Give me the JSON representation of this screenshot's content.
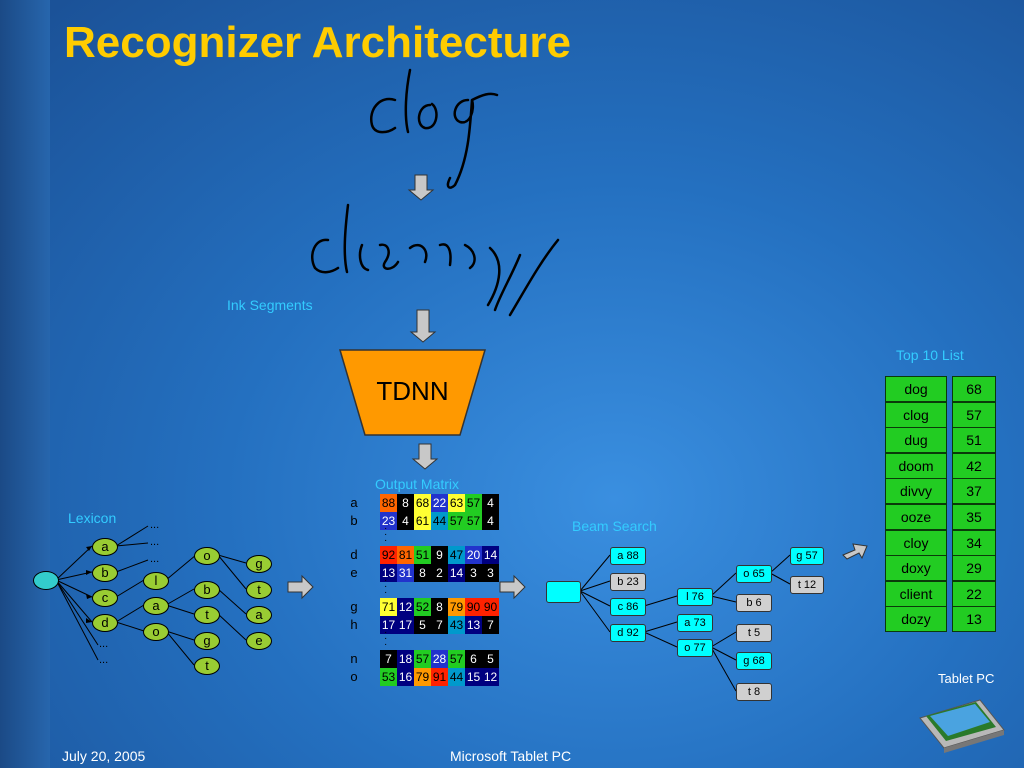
{
  "title": "Recognizer Architecture",
  "labels": {
    "ink_segments": "Ink Segments",
    "tdnn": "TDNN",
    "output_matrix": "Output Matrix",
    "lexicon": "Lexicon",
    "beam_search": "Beam Search",
    "top10": "Top 10 List",
    "tablet_pc": "Tablet PC"
  },
  "footer": {
    "date": "July 20, 2005",
    "center": "Microsoft Tablet PC"
  },
  "matrix": {
    "groups": [
      {
        "rows": [
          {
            "letter": "a",
            "cells": [
              [
                "88",
                "#ff6600"
              ],
              [
                "8",
                "#000000"
              ],
              [
                "68",
                "#ffff33"
              ],
              [
                "22",
                "#2233cc"
              ],
              [
                "63",
                "#ffff33"
              ],
              [
                "57",
                "#22cc22"
              ],
              [
                "4",
                "#000000"
              ]
            ]
          },
          {
            "letter": "b",
            "cells": [
              [
                "23",
                "#2233cc"
              ],
              [
                "4",
                "#000000"
              ],
              [
                "61",
                "#ffff33"
              ],
              [
                "44",
                "#0099cc"
              ],
              [
                "57",
                "#22cc22"
              ],
              [
                "57",
                "#22cc22"
              ],
              [
                "4",
                "#000000"
              ]
            ]
          }
        ]
      },
      {
        "rows": [
          {
            "letter": "d",
            "cells": [
              [
                "92",
                "#ff2200"
              ],
              [
                "81",
                "#ff6600"
              ],
              [
                "51",
                "#22cc22"
              ],
              [
                "9",
                "#000000"
              ],
              [
                "47",
                "#0099cc"
              ],
              [
                "20",
                "#2233cc"
              ],
              [
                "14",
                "#000080"
              ]
            ]
          },
          {
            "letter": "e",
            "cells": [
              [
                "13",
                "#000080"
              ],
              [
                "31",
                "#2233cc"
              ],
              [
                "8",
                "#000000"
              ],
              [
                "2",
                "#000000"
              ],
              [
                "14",
                "#000080"
              ],
              [
                "3",
                "#000000"
              ],
              [
                "3",
                "#000000"
              ]
            ]
          }
        ]
      },
      {
        "rows": [
          {
            "letter": "g",
            "cells": [
              [
                "71",
                "#ffff33"
              ],
              [
                "12",
                "#000080"
              ],
              [
                "52",
                "#22cc22"
              ],
              [
                "8",
                "#000000"
              ],
              [
                "79",
                "#ff9900"
              ],
              [
                "90",
                "#ff2200"
              ],
              [
                "90",
                "#ff2200"
              ]
            ]
          },
          {
            "letter": "h",
            "cells": [
              [
                "17",
                "#000080"
              ],
              [
                "17",
                "#000080"
              ],
              [
                "5",
                "#000000"
              ],
              [
                "7",
                "#000000"
              ],
              [
                "43",
                "#0099cc"
              ],
              [
                "13",
                "#000080"
              ],
              [
                "7",
                "#000000"
              ]
            ]
          }
        ]
      },
      {
        "rows": [
          {
            "letter": "n",
            "cells": [
              [
                "7",
                "#000000"
              ],
              [
                "18",
                "#000080"
              ],
              [
                "57",
                "#22cc22"
              ],
              [
                "28",
                "#2233cc"
              ],
              [
                "57",
                "#22cc22"
              ],
              [
                "6",
                "#000000"
              ],
              [
                "5",
                "#000000"
              ]
            ]
          },
          {
            "letter": "o",
            "cells": [
              [
                "53",
                "#22cc22"
              ],
              [
                "16",
                "#000080"
              ],
              [
                "79",
                "#ff9900"
              ],
              [
                "91",
                "#ff2200"
              ],
              [
                "44",
                "#0099cc"
              ],
              [
                "15",
                "#000080"
              ],
              [
                "12",
                "#000080"
              ]
            ]
          }
        ]
      }
    ]
  },
  "lexicon": {
    "level1": [
      "a",
      "b",
      "c",
      "d"
    ],
    "ellipsis": [
      "...",
      "...",
      "...",
      "...",
      "..."
    ],
    "level2": [
      "l",
      "a",
      "o"
    ],
    "level3": [
      "o",
      "b",
      "t",
      "g",
      "t"
    ],
    "level4": [
      "g",
      "t",
      "a",
      "e"
    ]
  },
  "beam": {
    "col1": [
      "a 88",
      "b 23",
      "c 86",
      "d 92"
    ],
    "col2": [
      "l 76",
      "a 73",
      "o 77"
    ],
    "col3": [
      "o 65",
      "b 6",
      "t 5",
      "g 68",
      "t 8"
    ],
    "col4": [
      "g 57",
      "t 12"
    ]
  },
  "top10": [
    {
      "word": "dog",
      "score": "68"
    },
    {
      "word": "clog",
      "score": "57"
    },
    {
      "word": "dug",
      "score": "51"
    },
    {
      "word": "doom",
      "score": "42"
    },
    {
      "word": "divvy",
      "score": "37"
    },
    {
      "word": "ooze",
      "score": "35"
    },
    {
      "word": "cloy",
      "score": "34"
    },
    {
      "word": "doxy",
      "score": "29"
    },
    {
      "word": "client",
      "score": "22"
    },
    {
      "word": "dozy",
      "score": "13"
    }
  ],
  "colors": {
    "title": "#ffcc00",
    "label": "#33ccff",
    "tdnn": "#ff9900",
    "node_green": "#99cc33",
    "node_cyan": "#00ffff",
    "node_gray": "#d0d0d0",
    "list_green": "#22cc22"
  }
}
